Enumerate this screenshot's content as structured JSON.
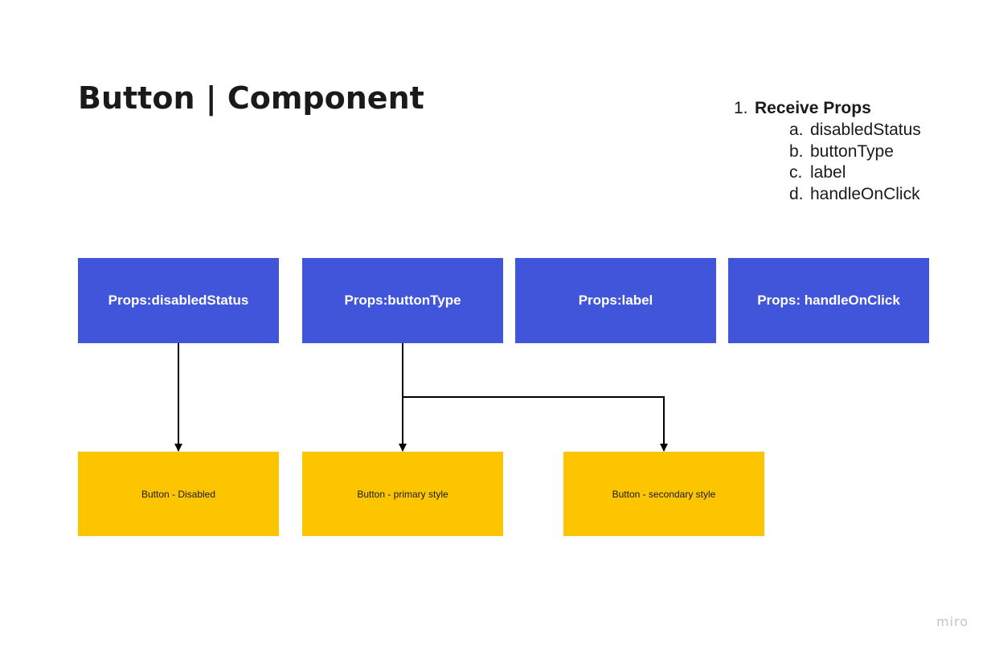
{
  "title": "Button | Component",
  "notes": {
    "number": "1.",
    "heading": "Receive Props",
    "items": [
      {
        "letter": "a.",
        "text": "disabledStatus"
      },
      {
        "letter": "b.",
        "text": "buttonType"
      },
      {
        "letter": "c.",
        "text": "label"
      },
      {
        "letter": "d.",
        "text": "handleOnClick"
      }
    ]
  },
  "props_nodes": [
    {
      "label": "Props:disabledStatus"
    },
    {
      "label": "Props:buttonType"
    },
    {
      "label": "Props:label"
    },
    {
      "label": "Props: handleOnClick"
    }
  ],
  "output_nodes": [
    {
      "label": "Button - Disabled"
    },
    {
      "label": "Button - primary style"
    },
    {
      "label": "Button - secondary style"
    }
  ],
  "edges": [
    {
      "from": "Props:disabledStatus",
      "to": "Button - Disabled"
    },
    {
      "from": "Props:buttonType",
      "to": "Button - primary style"
    },
    {
      "from": "Props:buttonType",
      "to": "Button - secondary style"
    }
  ],
  "colors": {
    "props_fill": "#4055d9",
    "output_fill": "#fdc500",
    "connector": "#000000"
  },
  "watermark": "miro"
}
